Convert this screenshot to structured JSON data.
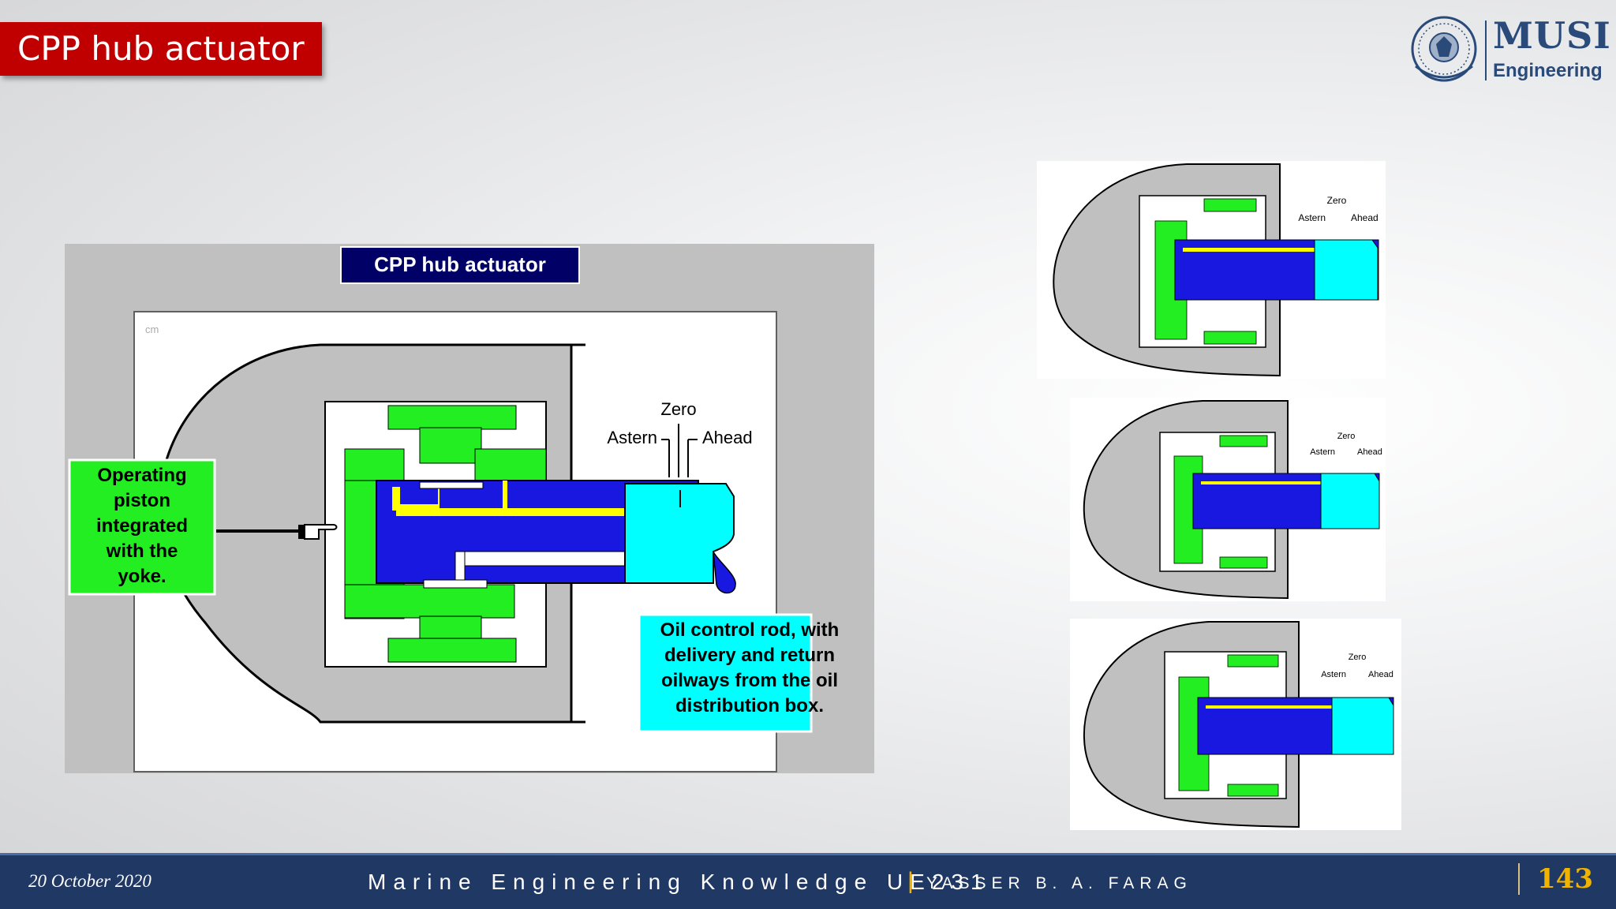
{
  "slide": {
    "title": "CPP hub actuator",
    "logo": {
      "name": "MUSI",
      "subtitle": "Engineering"
    }
  },
  "figure": {
    "banner": "CPP hub actuator",
    "corner_mark": "cm",
    "labels": {
      "zero": "Zero",
      "astern": "Astern",
      "ahead": "Ahead"
    },
    "callout_piston": [
      "Operating",
      "piston",
      "integrated",
      "with the",
      "yoke."
    ],
    "callout_rod": [
      "Oil control rod, with",
      "delivery and return",
      "oilways from the oil",
      "distribution box."
    ]
  },
  "thumbnails": [
    {
      "zero": "Zero",
      "astern": "Astern",
      "ahead": "Ahead"
    },
    {
      "zero": "Zero",
      "astern": "Astern",
      "ahead": "Ahead"
    },
    {
      "zero": "Zero",
      "astern": "Astern",
      "ahead": "Ahead"
    }
  ],
  "footer": {
    "date": "20 October 2020",
    "course": "Marine Engineering Knowledge UE231",
    "separator": "|",
    "author": "YASSER B. A. FARAG",
    "page": "143"
  },
  "colors": {
    "title_bg": "#c00000",
    "footer_bg": "#203864",
    "page_number": "#f0b400",
    "piston_green": "#22ee22",
    "rod_blue": "#1818e0",
    "oil_cyan": "#00ffff",
    "oilway_yellow": "#ffff00",
    "banner_navy": "#000066"
  }
}
